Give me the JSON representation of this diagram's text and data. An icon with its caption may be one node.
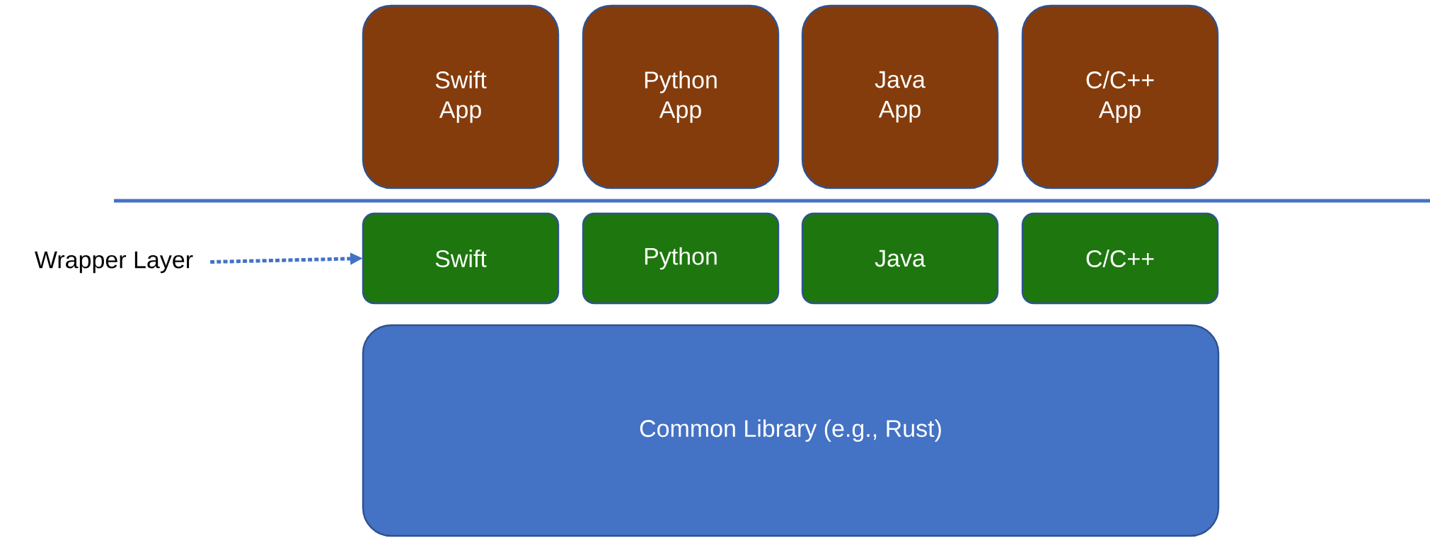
{
  "diagram": {
    "nodes": [
      {
        "text": [
          "Swift App"
        ]
      },
      {
        "text": [
          "Python App"
        ]
      },
      {
        "text": [
          "Java App"
        ]
      },
      {
        "text": [
          "C/C++ App"
        ]
      },
      {
        "text": [
          "Wrapper Layer"
        ]
      },
      {
        "text": [
          "Swift"
        ]
      },
      {
        "text": [
          "Python"
        ]
      },
      {
        "text": [
          "Java"
        ]
      },
      {
        "text": [
          "C/C++"
        ]
      },
      {
        "text": [
          "Common Library (e.g., Rust)"
        ]
      }
    ],
    "edges": [
      {
        "from": 4,
        "to": 5,
        "arrow": "to",
        "style": "dashed"
      }
    ]
  }
}
